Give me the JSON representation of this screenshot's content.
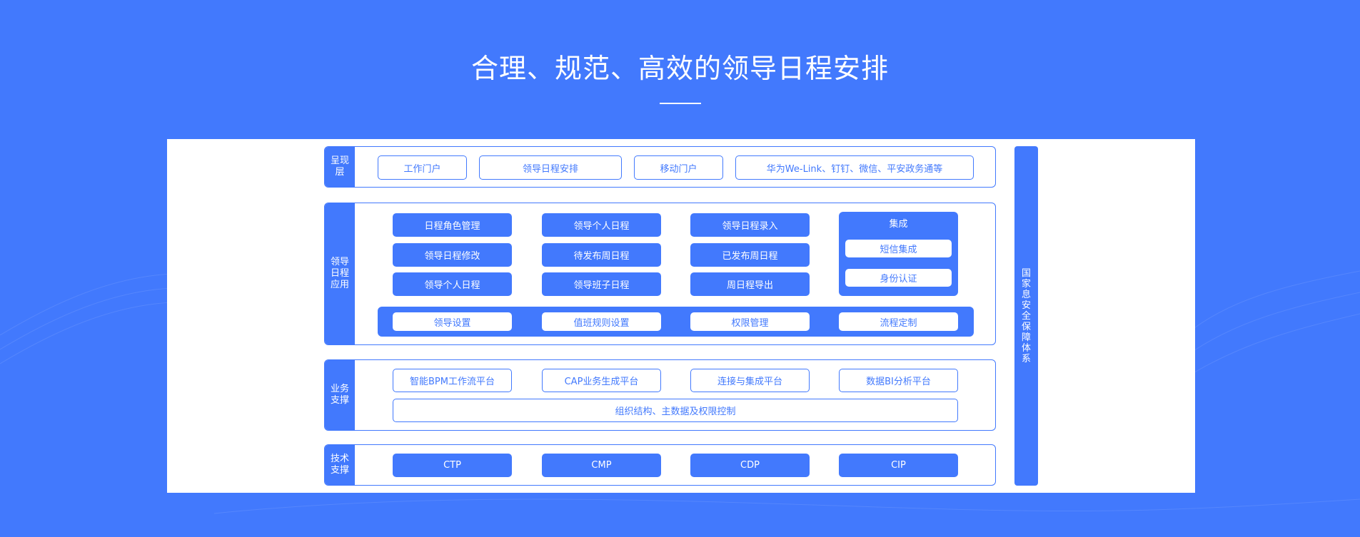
{
  "title": "合理、规范、高效的领导日程安排",
  "presentation": {
    "label": "呈现层",
    "items": [
      "工作门户",
      "领导日程安排",
      "移动门户",
      "华为We-Link、钉钉、微信、平安政务通等"
    ]
  },
  "application": {
    "label": "领导日程应用",
    "grid": [
      "日程角色管理",
      "领导个人日程",
      "领导日程录入",
      "领导日程修改",
      "待发布周日程",
      "已发布周日程",
      "领导个人日程",
      "领导班子日程",
      "周日程导出"
    ],
    "integration": {
      "title": "集成",
      "items": [
        "短信集成",
        "身份认证"
      ]
    },
    "settings": [
      "领导设置",
      "值班规则设置",
      "权限管理",
      "流程定制"
    ]
  },
  "business": {
    "label": "业务支撑",
    "items": [
      "智能BPM工作流平台",
      "CAP业务生成平台",
      "连接与集成平台",
      "数据BI分析平台"
    ],
    "wide": "组织结构、主数据及权限控制"
  },
  "tech": {
    "label": "技术支撑",
    "items": [
      "CTP",
      "CMP",
      "CDP",
      "CIP"
    ]
  },
  "side": {
    "label": "国家息安全保障体系"
  }
}
